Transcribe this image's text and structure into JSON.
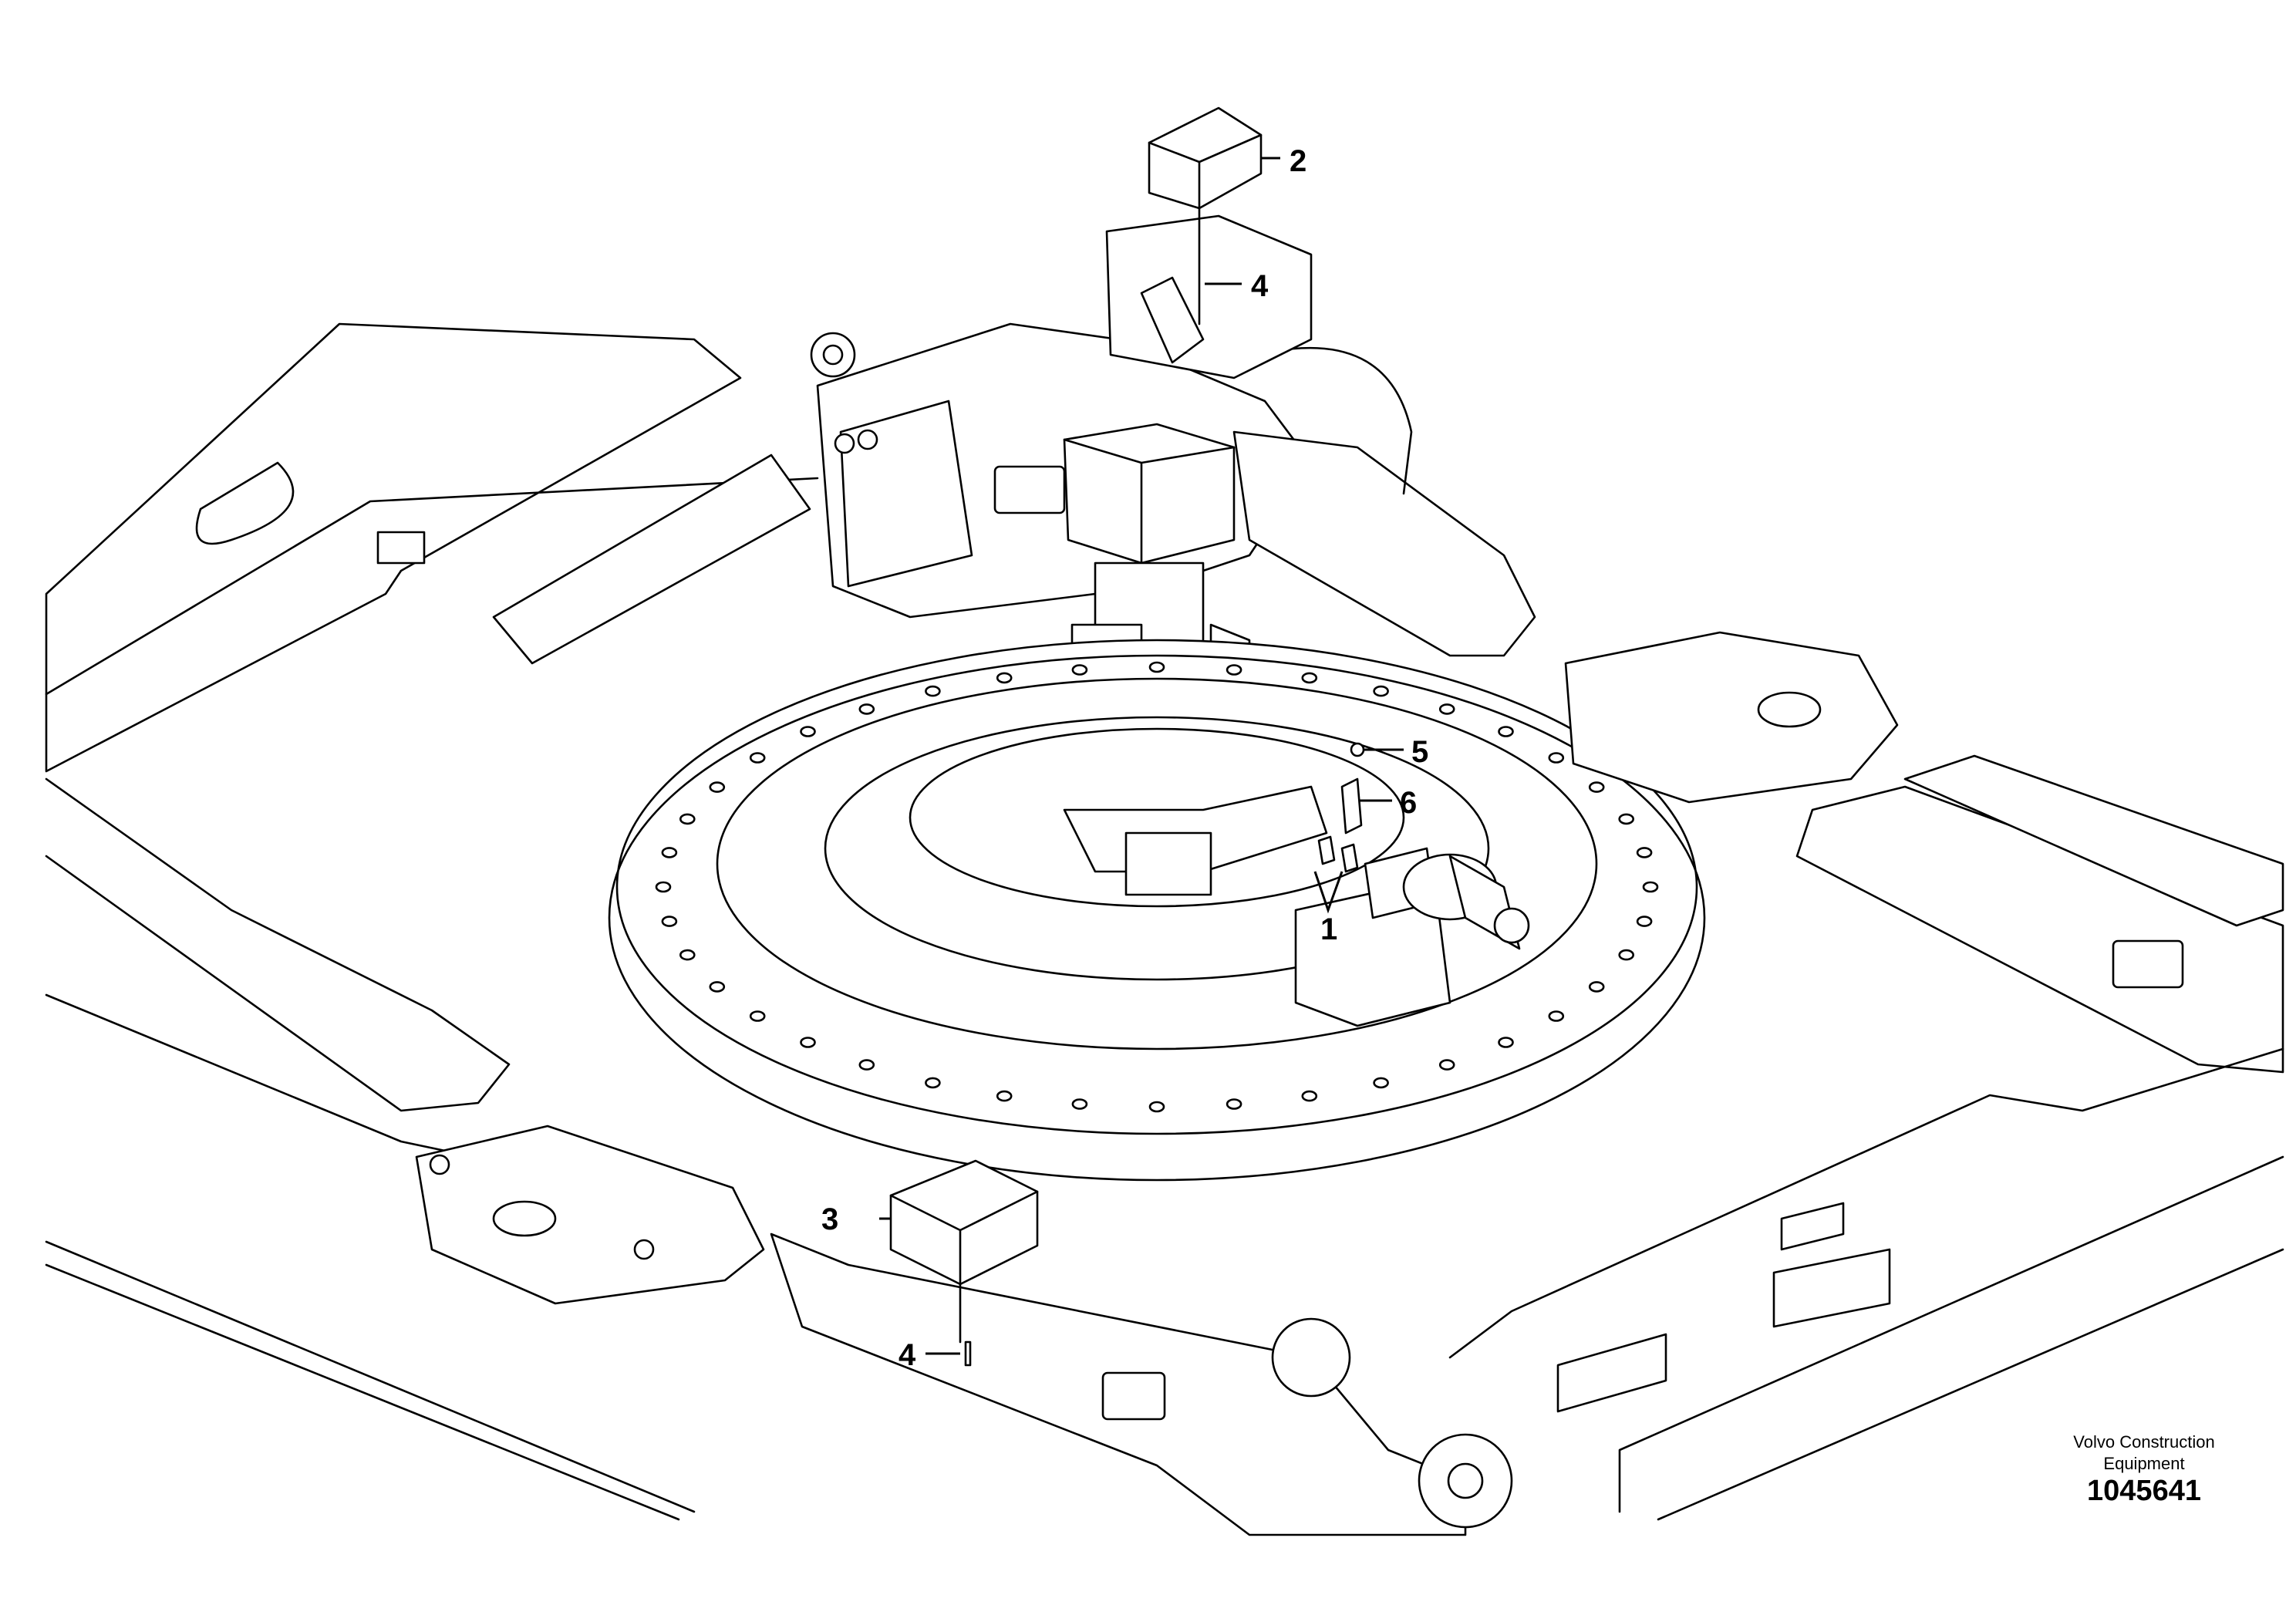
{
  "callouts": {
    "c1": "1",
    "c2": "2",
    "c3": "3",
    "c4a": "4",
    "c4b": "4",
    "c5": "5",
    "c6": "6"
  },
  "footer": {
    "manufacturer_line1": "Volvo Construction",
    "manufacturer_line2": "Equipment",
    "drawing_number": "1045641"
  }
}
